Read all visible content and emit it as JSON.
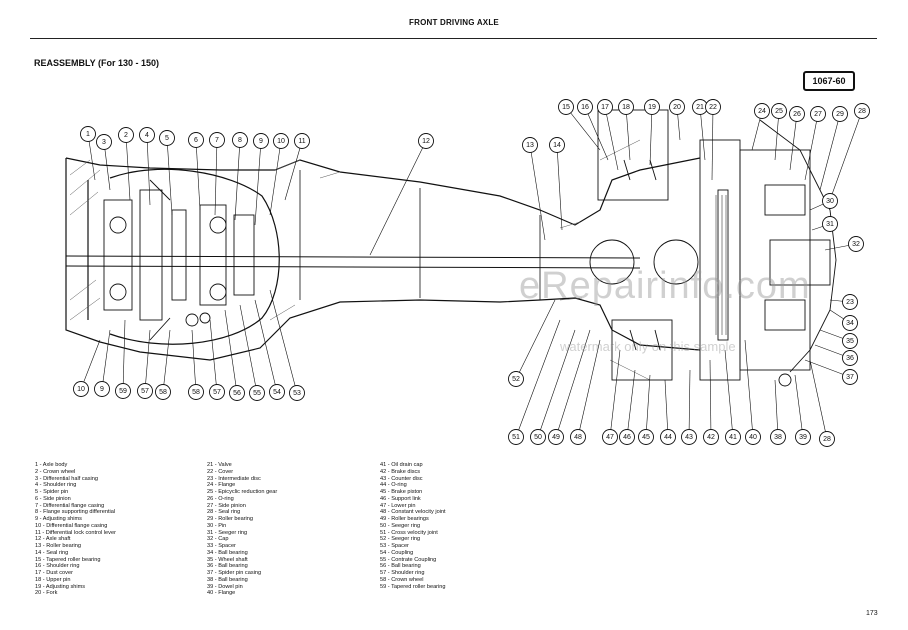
{
  "header": {
    "title": "FRONT DRIVING AXLE"
  },
  "section": {
    "title": "REASSEMBLY (For 130 - 150)"
  },
  "ref_code": "1067-60",
  "watermark": {
    "main": "eRepairinfo.com",
    "sub": "watermark only on this sample"
  },
  "page_number": "173",
  "callouts": [
    {
      "n": "1"
    },
    {
      "n": "3"
    },
    {
      "n": "2"
    },
    {
      "n": "4"
    },
    {
      "n": "5"
    },
    {
      "n": "6"
    },
    {
      "n": "7"
    },
    {
      "n": "8"
    },
    {
      "n": "9"
    },
    {
      "n": "10"
    },
    {
      "n": "11"
    },
    {
      "n": "12"
    },
    {
      "n": "13"
    },
    {
      "n": "14"
    },
    {
      "n": "15"
    },
    {
      "n": "16"
    },
    {
      "n": "17"
    },
    {
      "n": "18"
    },
    {
      "n": "19"
    },
    {
      "n": "20"
    },
    {
      "n": "21"
    },
    {
      "n": "22"
    },
    {
      "n": "24"
    },
    {
      "n": "25"
    },
    {
      "n": "26"
    },
    {
      "n": "27"
    },
    {
      "n": "29"
    },
    {
      "n": "28"
    },
    {
      "n": "30"
    },
    {
      "n": "31"
    },
    {
      "n": "32"
    },
    {
      "n": "23"
    },
    {
      "n": "34"
    },
    {
      "n": "35"
    },
    {
      "n": "36"
    },
    {
      "n": "37"
    },
    {
      "n": "10"
    },
    {
      "n": "9"
    },
    {
      "n": "59"
    },
    {
      "n": "57"
    },
    {
      "n": "58"
    },
    {
      "n": "58"
    },
    {
      "n": "57"
    },
    {
      "n": "56"
    },
    {
      "n": "55"
    },
    {
      "n": "54"
    },
    {
      "n": "53"
    },
    {
      "n": "52"
    },
    {
      "n": "51"
    },
    {
      "n": "50"
    },
    {
      "n": "49"
    },
    {
      "n": "48"
    },
    {
      "n": "47"
    },
    {
      "n": "46"
    },
    {
      "n": "45"
    },
    {
      "n": "44"
    },
    {
      "n": "43"
    },
    {
      "n": "42"
    },
    {
      "n": "41"
    },
    {
      "n": "40"
    },
    {
      "n": "38"
    },
    {
      "n": "39"
    },
    {
      "n": "28"
    }
  ],
  "legend": {
    "col1": [
      "1 - Axle body",
      "2 - Crown wheel",
      "3 - Differential half casing",
      "4 - Shoulder ring",
      "5 - Spider pin",
      "6 - Side pinion",
      "7 - Differential flange casing",
      "8 - Flange supporting differential",
      "9 - Adjusting shims",
      "10 - Differential flange casing",
      "11 - Differential lock control lever",
      "12 - Axle shaft",
      "13 - Roller bearing",
      "14 - Seal ring",
      "15 - Tapered roller bearing",
      "16 - Shoulder ring",
      "17 - Dust cover",
      "18 - Upper pin",
      "19 - Adjusting shims",
      "20 - Fork"
    ],
    "col2": [
      "21 - Valve",
      "22 - Cover",
      "23 - Intermediate disc",
      "24 - Flange",
      "25 - Epicyclic reduction gear",
      "26 - O-ring",
      "27 - Side pinion",
      "28 - Seal ring",
      "29 - Roller bearing",
      "30 - Pin",
      "31 - Seeger ring",
      "32 - Cap",
      "33 - Spacer",
      "34 - Ball bearing",
      "35 - Wheel shaft",
      "36 - Ball bearing",
      "37 - Spider pin casing",
      "38 - Ball bearing",
      "39 - Dowel pin",
      "40 - Flange"
    ],
    "col3": [
      "41 - Oil drain cap",
      "42 - Brake discs",
      "43 - Counter disc",
      "44 - O-ring",
      "45 - Brake piston",
      "46 - Support link",
      "47 - Lower pin",
      "48 - Constant velocity joint",
      "49 - Roller bearings",
      "50 - Seeger ring",
      "51 - Cross velocity joint",
      "52 - Seeger ring",
      "53 - Spacer",
      "54 - Coupling",
      "55 - Contrate Coupling",
      "56 - Ball bearing",
      "57 - Shoulder ring",
      "58 - Crown wheel",
      "59 - Tapered roller bearing"
    ]
  }
}
